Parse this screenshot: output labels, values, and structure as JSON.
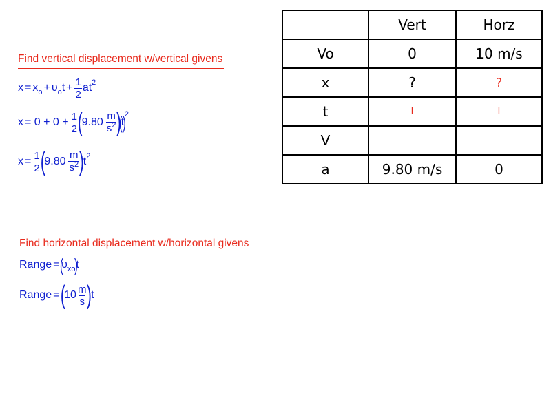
{
  "table": {
    "header": [
      "",
      "Vert",
      "Horz"
    ],
    "rows": [
      {
        "label": "Vo",
        "vert": "0",
        "horz": "10 m/s"
      },
      {
        "label": "x",
        "vert": "?",
        "horz": "?"
      },
      {
        "label": "t",
        "vert": "l",
        "horz": "l"
      },
      {
        "label": "V",
        "vert": "",
        "horz": ""
      },
      {
        "label": "a",
        "vert": "9.80 m/s",
        "horz": "0"
      }
    ]
  },
  "vertical": {
    "heading": "Find vertical displacement w/vertical givens",
    "eq1": {
      "x": "x",
      "eq": "=",
      "x0": "x",
      "o": "o",
      "plus1": "+",
      "v": "υ",
      "vo": "o",
      "t": "t",
      "plus2": "+",
      "one": "1",
      "two": "2",
      "at": "at",
      "sq": "2"
    },
    "eq2": {
      "x": "x",
      "rest": "= 0 + 0 +",
      "one": "1",
      "two": "2",
      "val": "9.80",
      "m": "m",
      "s2": "s",
      "sq": "2",
      "t": "t",
      "sq2": "2"
    },
    "eq3": {
      "x": "x",
      "eq": "=",
      "one": "1",
      "two": "2",
      "val": "9.80",
      "m": "m",
      "s2": "s",
      "sq": "2",
      "t": "t",
      "sq2": "2"
    }
  },
  "horizontal": {
    "heading": "Find horizontal displacement w/horizontal givens",
    "eq1": {
      "range": "Range",
      "eq": "=",
      "v": "υ",
      "xo": "xo",
      "t": "t"
    },
    "eq2": {
      "range": "Range",
      "eq": "=",
      "val": "10",
      "m": "m",
      "s": "s",
      "t": "t"
    }
  }
}
